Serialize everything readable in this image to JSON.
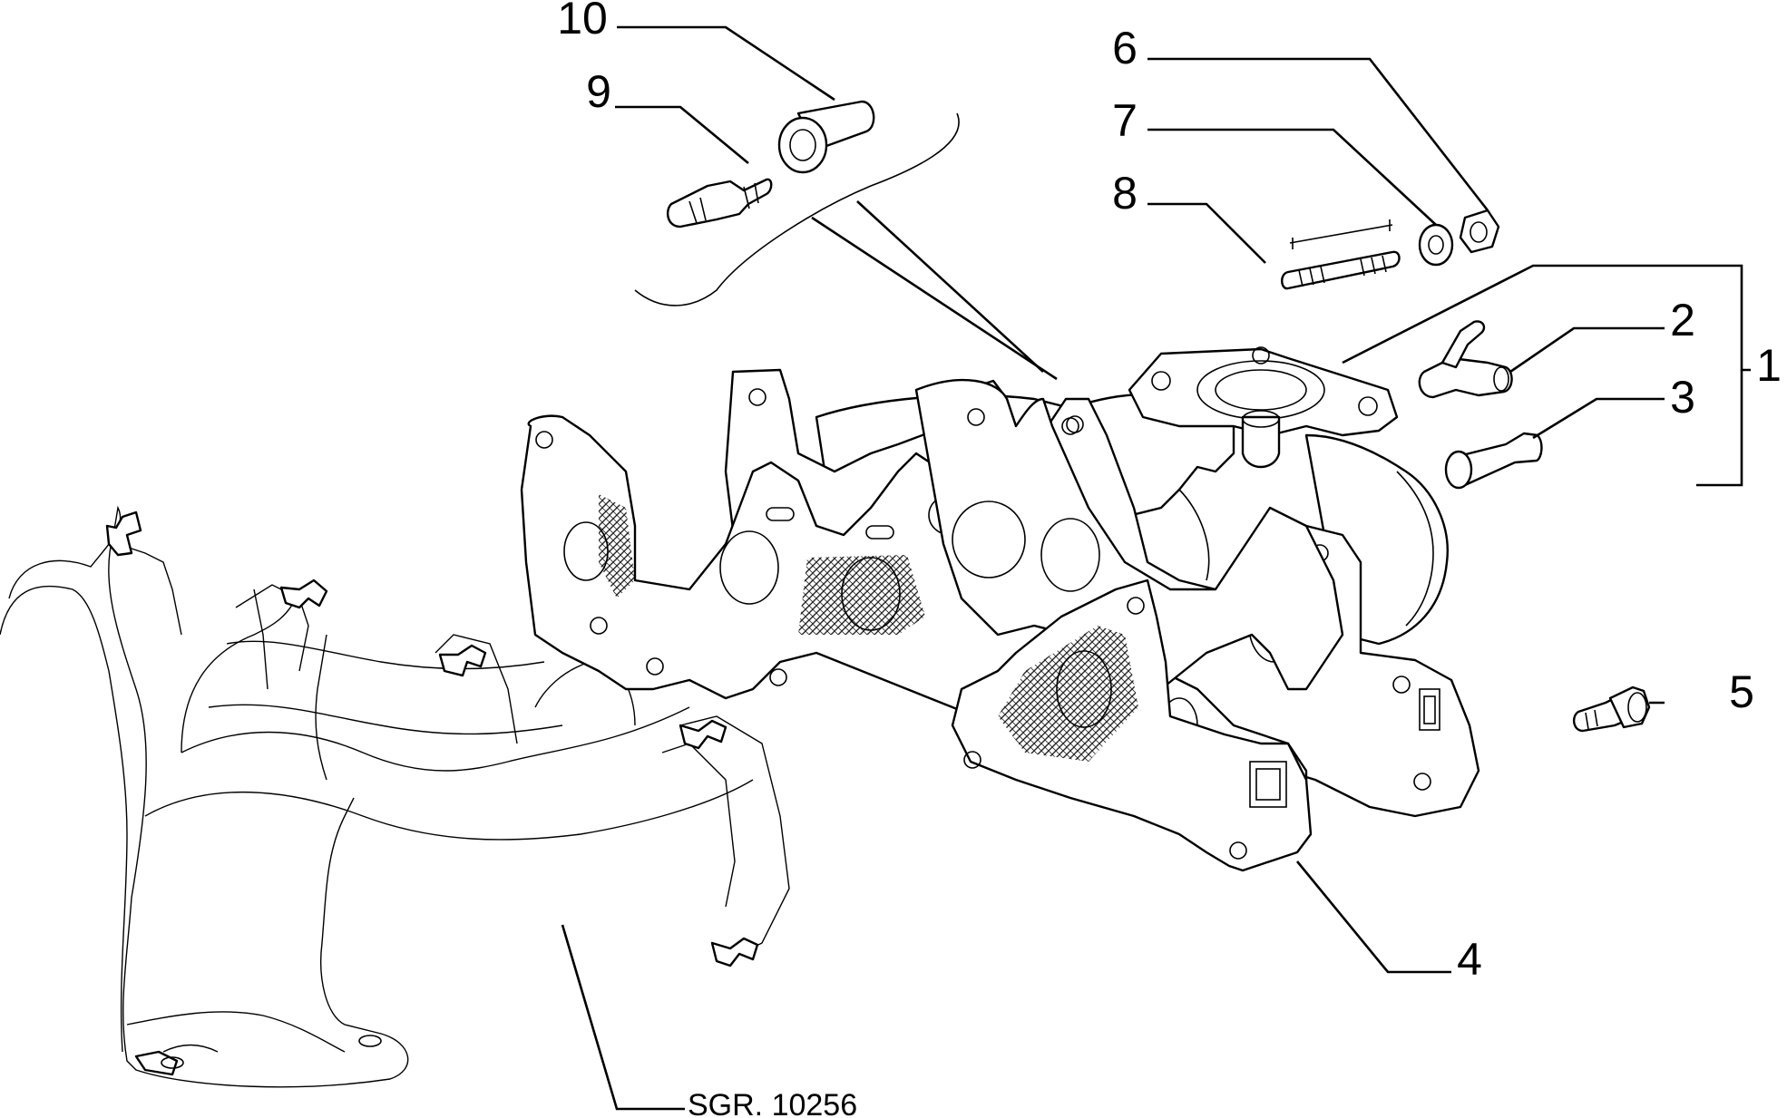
{
  "callouts": [
    {
      "id": "1",
      "label": "1"
    },
    {
      "id": "2",
      "label": "2"
    },
    {
      "id": "3",
      "label": "3"
    },
    {
      "id": "4",
      "label": "4"
    },
    {
      "id": "5",
      "label": "5"
    },
    {
      "id": "6",
      "label": "6"
    },
    {
      "id": "7",
      "label": "7"
    },
    {
      "id": "8",
      "label": "8"
    },
    {
      "id": "9",
      "label": "9"
    },
    {
      "id": "10",
      "label": "10"
    }
  ],
  "drawing_ref": "SGR. 10256"
}
